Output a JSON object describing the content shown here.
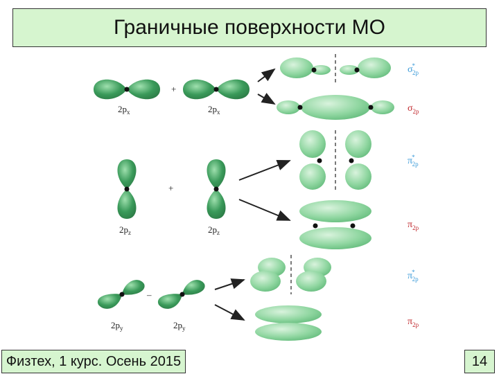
{
  "title": "Граничные поверхности МО",
  "footer": {
    "course": "Физтех, 1 курс. Осень 2015",
    "page": "14"
  },
  "colors": {
    "background": "#ffffff",
    "title_bg": "#d6f5cf",
    "orbital_dark": "#3a9a5a",
    "orbital_light": "#8fd6a0",
    "antibonding_label": "#3a9ad8",
    "bonding_label": "#c0282d"
  },
  "rows": [
    {
      "ao_left": {
        "base": "2p",
        "sub": "x"
      },
      "ao_right": {
        "base": "2p",
        "sub": "x"
      },
      "operator": "+",
      "mo": [
        {
          "symbol": "σ",
          "sup": "*",
          "sub": "2p",
          "type": "antibonding"
        },
        {
          "symbol": "σ",
          "sup": "",
          "sub": "2p",
          "type": "bonding"
        }
      ]
    },
    {
      "ao_left": {
        "base": "2p",
        "sub": "z"
      },
      "ao_right": {
        "base": "2p",
        "sub": "z"
      },
      "operator": "+",
      "mo": [
        {
          "symbol": "π",
          "sup": "*",
          "sub": "2p",
          "type": "antibonding"
        },
        {
          "symbol": "π",
          "sup": "",
          "sub": "2p",
          "type": "bonding"
        }
      ]
    },
    {
      "ao_left": {
        "base": "2p",
        "sub": "y"
      },
      "ao_right": {
        "base": "2p",
        "sub": "y"
      },
      "operator": "–",
      "mo": [
        {
          "symbol": "π",
          "sup": "*",
          "sub": "2p",
          "type": "antibonding"
        },
        {
          "symbol": "π",
          "sup": "",
          "sub": "2p",
          "type": "bonding"
        }
      ]
    }
  ]
}
